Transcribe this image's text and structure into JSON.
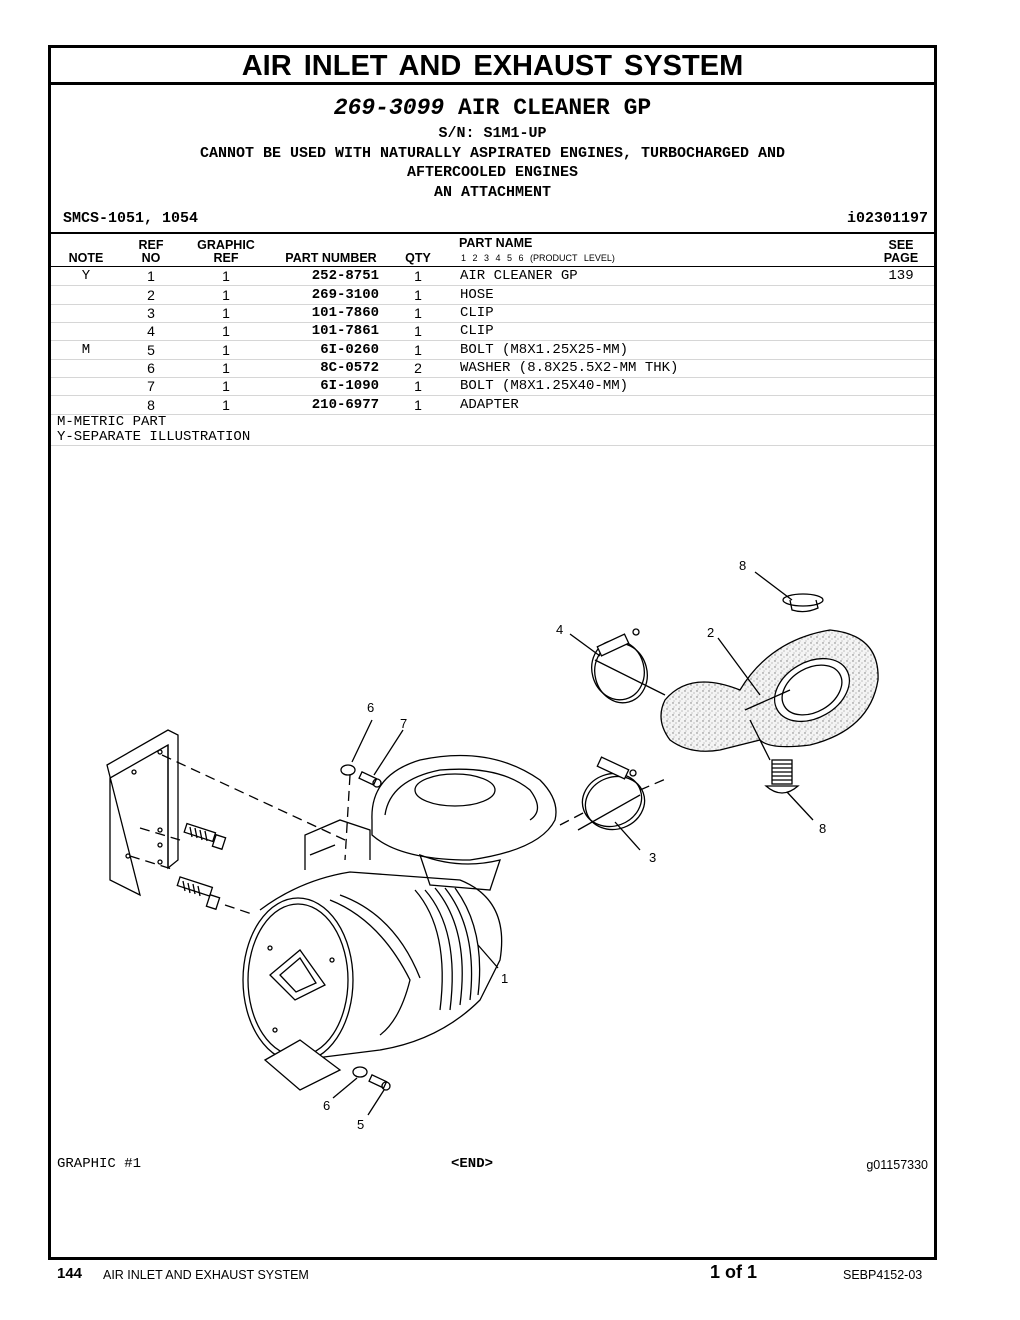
{
  "header": {
    "banner": "AIR INLET AND EXHAUST SYSTEM",
    "part_number": "269-3099",
    "part_title": "AIR CLEANER GP",
    "serial": "S/N: S1M1-UP",
    "note_line1": "CANNOT BE USED WITH NATURALLY ASPIRATED ENGINES, TURBOCHARGED AND",
    "note_line2": "AFTERCOOLED ENGINES",
    "note_line3": "AN ATTACHMENT",
    "smcs": "SMCS-1051, 1054",
    "illustration_id": "i02301197"
  },
  "table": {
    "col_note": "NOTE",
    "col_ref_top": "REF",
    "col_ref_bot": "NO",
    "col_gref_top": "GRAPHIC",
    "col_gref_bot": "REF",
    "col_part_number": "PART NUMBER",
    "col_qty": "QTY",
    "col_part_name": "PART NAME",
    "product_levels": "1 2 3 4 5 6 (PRODUCT LEVEL)",
    "col_see_top": "SEE",
    "col_see_bot": "PAGE",
    "rows": [
      {
        "note": "Y",
        "ref": "1",
        "gref": "1",
        "part_number": "252-8751",
        "qty": "1",
        "name": "AIR CLEANER GP",
        "page": "139"
      },
      {
        "note": "",
        "ref": "2",
        "gref": "1",
        "part_number": "269-3100",
        "qty": "1",
        "name": "HOSE",
        "page": ""
      },
      {
        "note": "",
        "ref": "3",
        "gref": "1",
        "part_number": "101-7860",
        "qty": "1",
        "name": "CLIP",
        "page": ""
      },
      {
        "note": "",
        "ref": "4",
        "gref": "1",
        "part_number": "101-7861",
        "qty": "1",
        "name": "CLIP",
        "page": ""
      },
      {
        "note": "M",
        "ref": "5",
        "gref": "1",
        "part_number": "6I-0260",
        "qty": "1",
        "name": "BOLT (M8X1.25X25-MM)",
        "page": ""
      },
      {
        "note": "",
        "ref": "6",
        "gref": "1",
        "part_number": "8C-0572",
        "qty": "2",
        "name": "WASHER (8.8X25.5X2-MM THK)",
        "page": ""
      },
      {
        "note": "",
        "ref": "7",
        "gref": "1",
        "part_number": "6I-1090",
        "qty": "1",
        "name": "BOLT (M8X1.25X40-MM)",
        "page": ""
      },
      {
        "note": "",
        "ref": "8",
        "gref": "1",
        "part_number": "210-6977",
        "qty": "1",
        "name": "ADAPTER",
        "page": ""
      }
    ]
  },
  "notes": {
    "metric": "M-METRIC PART",
    "separate": "Y-SEPARATE ILLUSTRATION"
  },
  "illustration": {
    "callouts": [
      "8",
      "4",
      "2",
      "6",
      "7",
      "8",
      "3",
      "1",
      "6",
      "5"
    ],
    "graphic_label": "GRAPHIC #1",
    "end_label": "<END>",
    "graphic_id": "g01157330"
  },
  "footer": {
    "page_number": "144",
    "section": "AIR INLET AND EXHAUST SYSTEM",
    "page_of": "1 of 1",
    "doc_id": "SEBP4152-03"
  }
}
